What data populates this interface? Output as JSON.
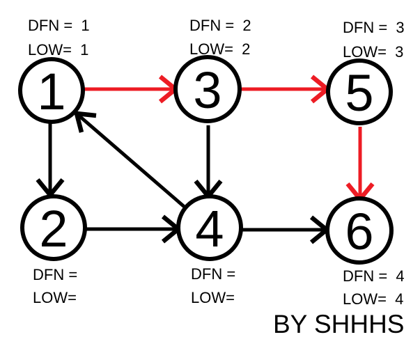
{
  "diagram": {
    "credit": "BY SHHHS",
    "colors": {
      "black": "#000000",
      "red": "#ed1c24",
      "node_fill": "#ffffff",
      "background": "#ffffff"
    },
    "nodes": [
      {
        "id": "1",
        "label": "1",
        "dfn": "DFN =  1",
        "low": "LOW=  1"
      },
      {
        "id": "2",
        "label": "2",
        "dfn": "DFN =",
        "low": "LOW="
      },
      {
        "id": "3",
        "label": "3",
        "dfn": "DFN =  2",
        "low": "LOW=  2"
      },
      {
        "id": "4",
        "label": "4",
        "dfn": "DFN =",
        "low": "LOW="
      },
      {
        "id": "5",
        "label": "5",
        "dfn": "DFN =  3",
        "low": "LOW=  3"
      },
      {
        "id": "6",
        "label": "6",
        "dfn": "DFN =  4",
        "low": "LOW=  4"
      }
    ],
    "edges": [
      {
        "from": "1",
        "to": "3",
        "color": "red"
      },
      {
        "from": "3",
        "to": "5",
        "color": "red"
      },
      {
        "from": "5",
        "to": "6",
        "color": "red"
      },
      {
        "from": "1",
        "to": "2",
        "color": "black"
      },
      {
        "from": "3",
        "to": "4",
        "color": "black"
      },
      {
        "from": "2",
        "to": "4",
        "color": "black"
      },
      {
        "from": "4",
        "to": "6",
        "color": "black"
      },
      {
        "from": "4",
        "to": "1",
        "color": "black"
      }
    ]
  }
}
